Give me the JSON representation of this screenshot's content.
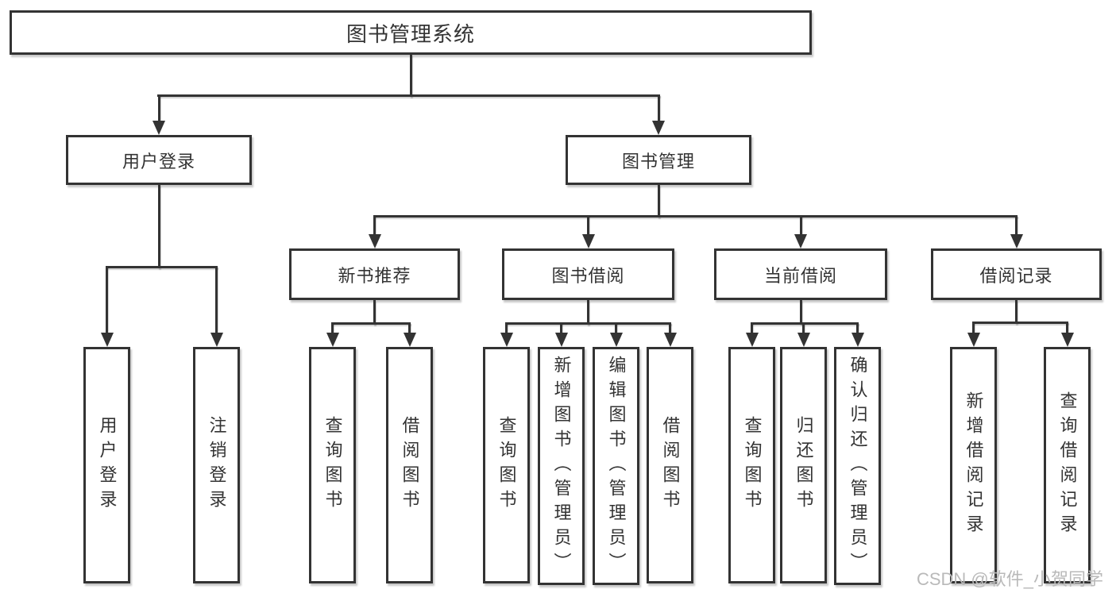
{
  "diagram": {
    "root": {
      "label": "图书管理系统"
    },
    "branches": [
      {
        "label": "用户登录",
        "children": [
          {
            "label": "用户登录"
          },
          {
            "label": "注销登录"
          }
        ]
      },
      {
        "label": "图书管理",
        "children": [
          {
            "label": "新书推荐",
            "children": [
              {
                "label": "查询图书"
              },
              {
                "label": "借阅图书"
              }
            ]
          },
          {
            "label": "图书借阅",
            "children": [
              {
                "label": "查询图书"
              },
              {
                "label": "新增图书（管理员）"
              },
              {
                "label": "编辑图书（管理员）"
              },
              {
                "label": "借阅图书"
              }
            ]
          },
          {
            "label": "当前借阅",
            "children": [
              {
                "label": "查询图书"
              },
              {
                "label": "归还图书"
              },
              {
                "label": "确认归还（管理员）"
              }
            ]
          },
          {
            "label": "借阅记录",
            "children": [
              {
                "label": "新增借阅记录"
              },
              {
                "label": "查询借阅记录"
              }
            ]
          }
        ]
      }
    ]
  },
  "watermark": {
    "text": "CSDN @软件_小贺同学"
  },
  "colors": {
    "line": "#333333",
    "text": "#333333",
    "background": "#ffffff",
    "watermark": "#b9b9b9"
  }
}
